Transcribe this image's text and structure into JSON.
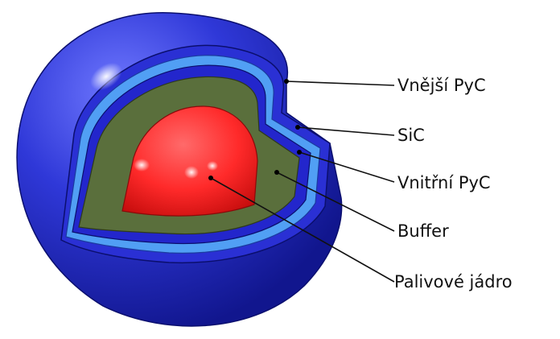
{
  "labels": {
    "outer_pyc": "Vnější PyC",
    "sic": "SiC",
    "inner_pyc": "Vnitřní PyC",
    "buffer": "Buffer",
    "kernel": "Palivové jádro"
  },
  "colors": {
    "outer_shell": "#2c35d6",
    "outer_shell_light": "#6b73ff",
    "outer_shell_dark": "#10158c",
    "sic_layer": "#4f9cf2",
    "inner_pyc_layer": "#2428d0",
    "buffer_layer": "#596e3c",
    "kernel": "#ff2a2a",
    "kernel_dark": "#c80e0e",
    "leader_lines": "#111111"
  }
}
